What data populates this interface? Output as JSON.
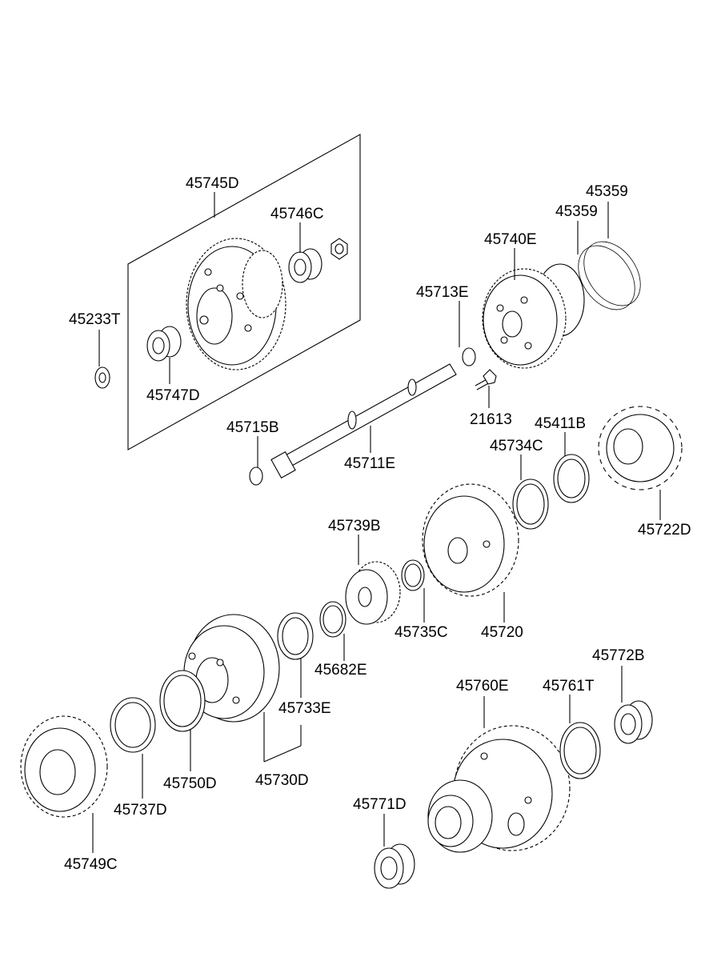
{
  "labels": {
    "l_45745D": "45745D",
    "l_45746C": "45746C",
    "l_45233T": "45233T",
    "l_45747D": "45747D",
    "l_45359a": "45359",
    "l_45359b": "45359",
    "l_45740E": "45740E",
    "l_45713E": "45713E",
    "l_21613": "21613",
    "l_45715B": "45715B",
    "l_45711E": "45711E",
    "l_45411B": "45411B",
    "l_45734C": "45734C",
    "l_45722D": "45722D",
    "l_45739B": "45739B",
    "l_45735C": "45735C",
    "l_45720": "45720",
    "l_45682E": "45682E",
    "l_45733E": "45733E",
    "l_45730D": "45730D",
    "l_45750D": "45750D",
    "l_45737D": "45737D",
    "l_45749C": "45749C",
    "l_45760E": "45760E",
    "l_45761T": "45761T",
    "l_45772B": "45772B",
    "l_45771D": "45771D"
  }
}
